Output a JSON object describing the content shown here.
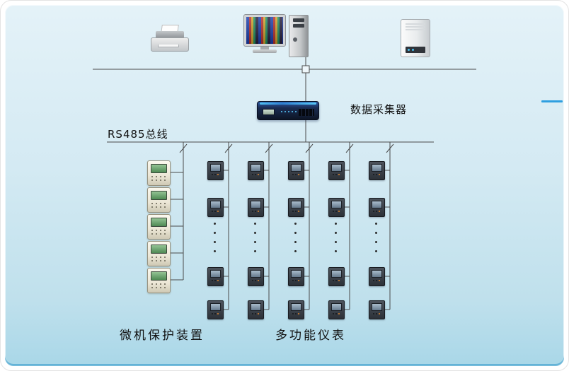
{
  "labels": {
    "collector": "数据采集器",
    "rs485_bus": "RS485总线",
    "protection_devices": "微机保护装置",
    "multifunction_meters": "多功能仪表"
  },
  "topology": {
    "protection_device_count": 5,
    "meter_columns": 5,
    "meter_top_rows": 2,
    "meter_bottom_rows": 2,
    "ellipsis_glyph": "⋮"
  },
  "icons": {
    "printer": "printer-icon",
    "workstation": "computer-workstation-icon",
    "ups": "ups-icon",
    "collector": "data-collector-icon",
    "meter": "multifunction-meter-icon",
    "protection": "protection-device-icon"
  },
  "colors": {
    "panel_top": "#e4f2f8",
    "panel_bottom": "#a9d7e8",
    "panel_edge": "#2a96c8",
    "wire": "#4a4a4a",
    "collector_body": "#15223c",
    "collector_accent": "#3e8fd6",
    "meter_body": "#343a42",
    "meter_screen": "#7f93a6",
    "protection_body": "#f2eedf",
    "protection_screen": "#5f9a62",
    "accent_blue_mark": "#2f9fe0"
  }
}
